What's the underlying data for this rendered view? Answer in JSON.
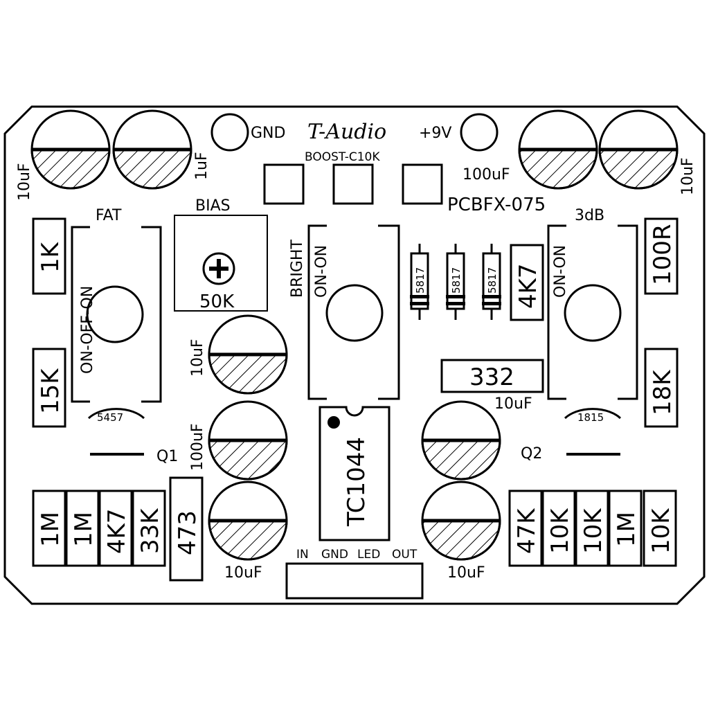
{
  "board": {
    "logo": "T-Audio",
    "model": "PCBFX-075",
    "gnd": "GND",
    "v9": "+9V"
  },
  "switches": {
    "fat": {
      "label": "FAT",
      "mode": "ON-OFF-ON"
    },
    "bright": {
      "label": "BRIGHT",
      "mode": "ON-ON"
    },
    "db": {
      "label": "3dB",
      "mode": "ON-ON"
    },
    "boost": "BOOST-C10K"
  },
  "trimmer": {
    "label": "BIAS",
    "value": "50K"
  },
  "ic": {
    "name": "TC1044"
  },
  "connector": {
    "in": "IN",
    "gnd": "GND",
    "led": "LED",
    "out": "OUT"
  },
  "transistors": {
    "q1": "Q1",
    "q1_type": "5457",
    "q2": "Q2",
    "q2_type": "1815"
  },
  "diodes": [
    "5817",
    "5817",
    "5817"
  ],
  "caps": {
    "c_tl1": "10uF",
    "c_tl2": "1uF",
    "c_tr1": "100uF",
    "c_tr2": "10uF",
    "c_m1": "10uF",
    "c_m2": "100uF",
    "c_m3": "10uF",
    "c_r1": "10uF",
    "c_r2": "10uF"
  },
  "resistors": {
    "r_1k": "1K",
    "r_15k": "15K",
    "r_1m_a": "1M",
    "r_1m_b": "1M",
    "r_4k7_a": "4K7",
    "r_33k": "33K",
    "r_473": "473",
    "r_100r": "100R",
    "r_18k": "18K",
    "r_4k7_b": "4K7",
    "r_332": "332",
    "r_47k": "47K",
    "r_10k_a": "10K",
    "r_10k_b": "10K",
    "r_1m_c": "1M",
    "r_10k_c": "10K"
  }
}
